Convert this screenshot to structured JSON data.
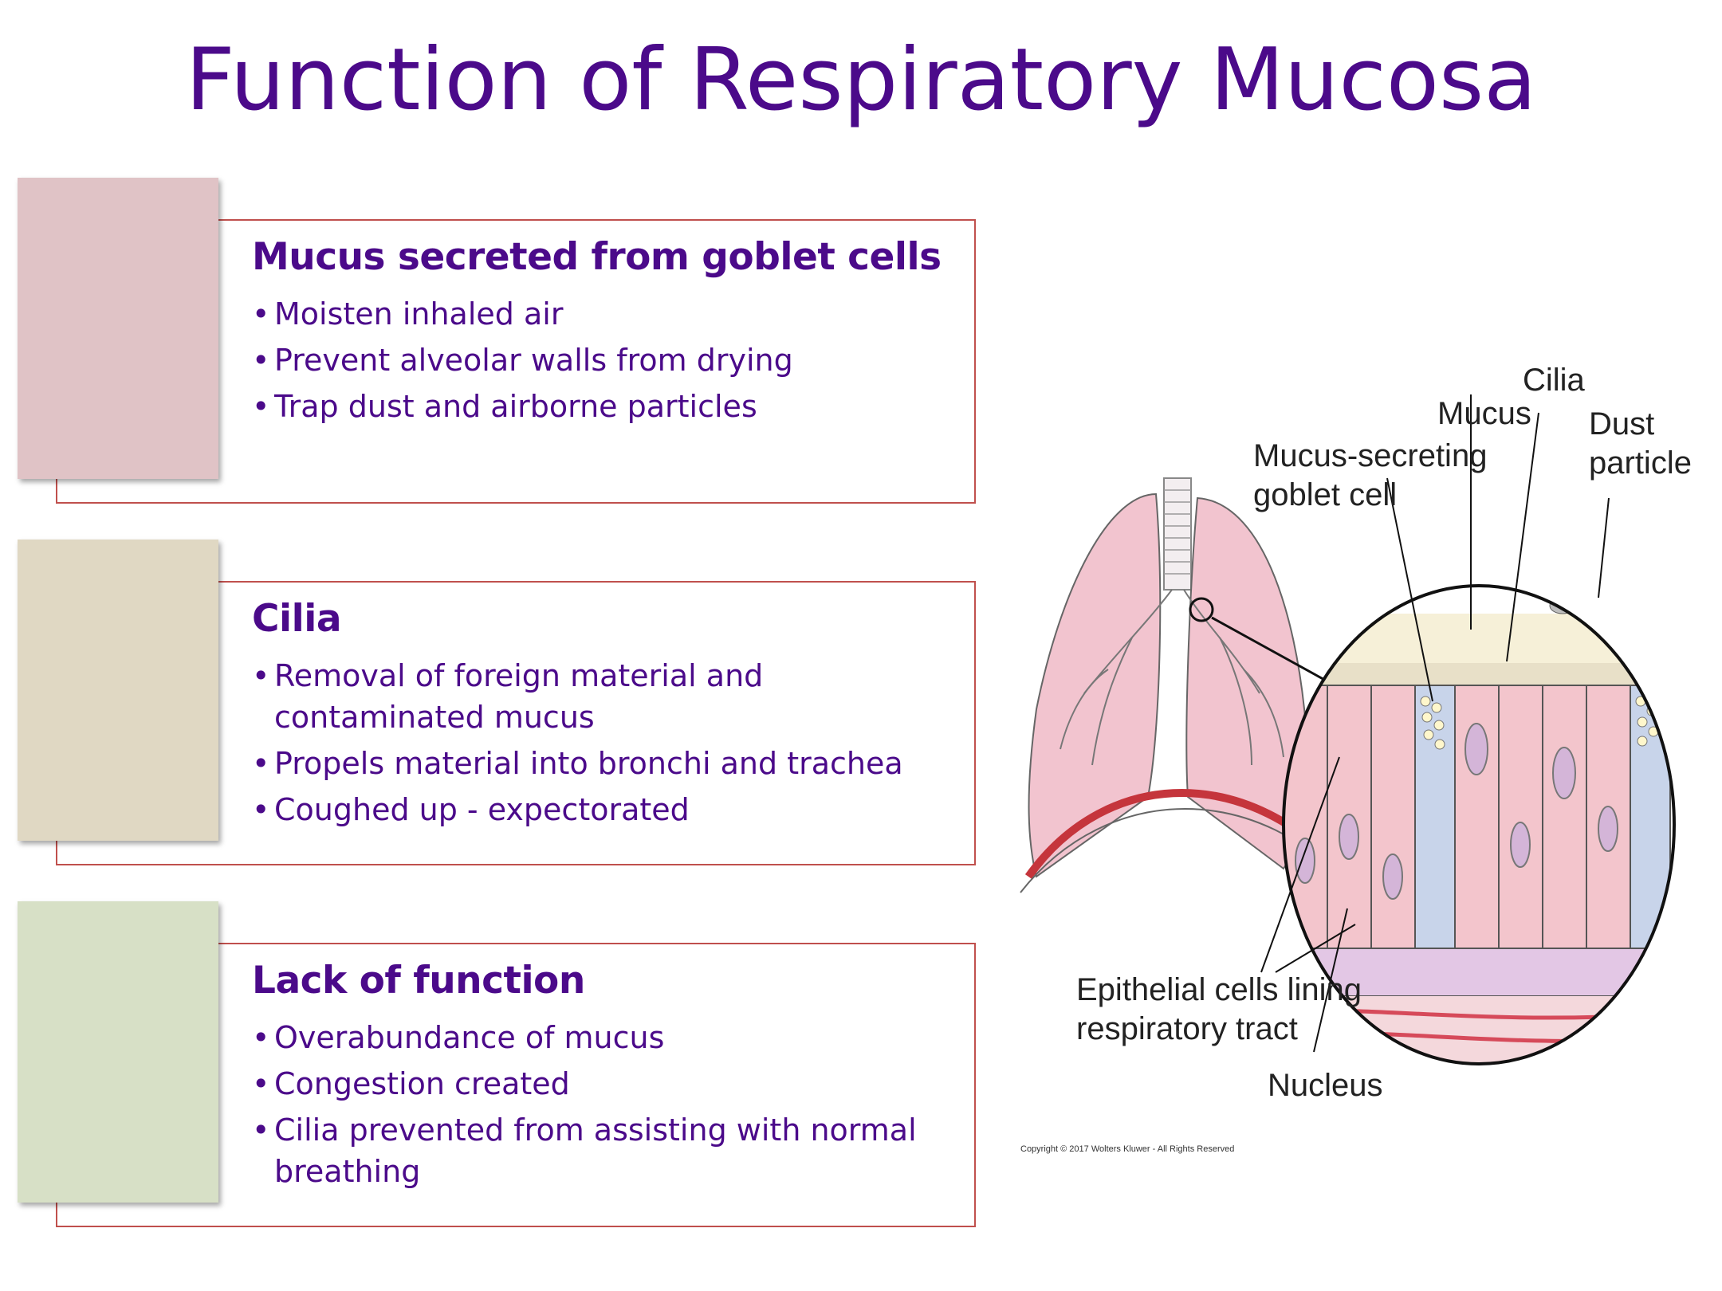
{
  "title": "Function of Respiratory Mucosa",
  "colors": {
    "title": "#4b0a8a",
    "panel_border": "#c0504d",
    "swatch_1": "#e0c3c6",
    "swatch_2": "#e0d8c3",
    "swatch_3": "#d7e0c6"
  },
  "sections": [
    {
      "heading": "Mucus secreted from goblet cells",
      "items": [
        "Moisten inhaled air",
        "Prevent alveolar walls from drying",
        "Trap dust and airborne particles"
      ]
    },
    {
      "heading": "Cilia",
      "items": [
        "Removal of foreign material and contaminated mucus",
        "Propels material into bronchi and trachea",
        "Coughed up - expectorated"
      ]
    },
    {
      "heading": "Lack of function",
      "items": [
        "Overabundance of mucus",
        "Congestion created",
        "Cilia prevented from assisting with normal breathing"
      ]
    }
  ],
  "diagram": {
    "labels": {
      "cilia": "Cilia",
      "mucus": "Mucus",
      "dust_1": "Dust",
      "dust_2": "particle",
      "goblet_1": "Mucus-secreting",
      "goblet_2": "goblet cell",
      "epithelial_1": "Epithelial cells lining",
      "epithelial_2": "respiratory tract",
      "nucleus": "Nucleus"
    },
    "copyright": "Copyright © 2017 Wolters Kluwer - All Rights Reserved"
  }
}
